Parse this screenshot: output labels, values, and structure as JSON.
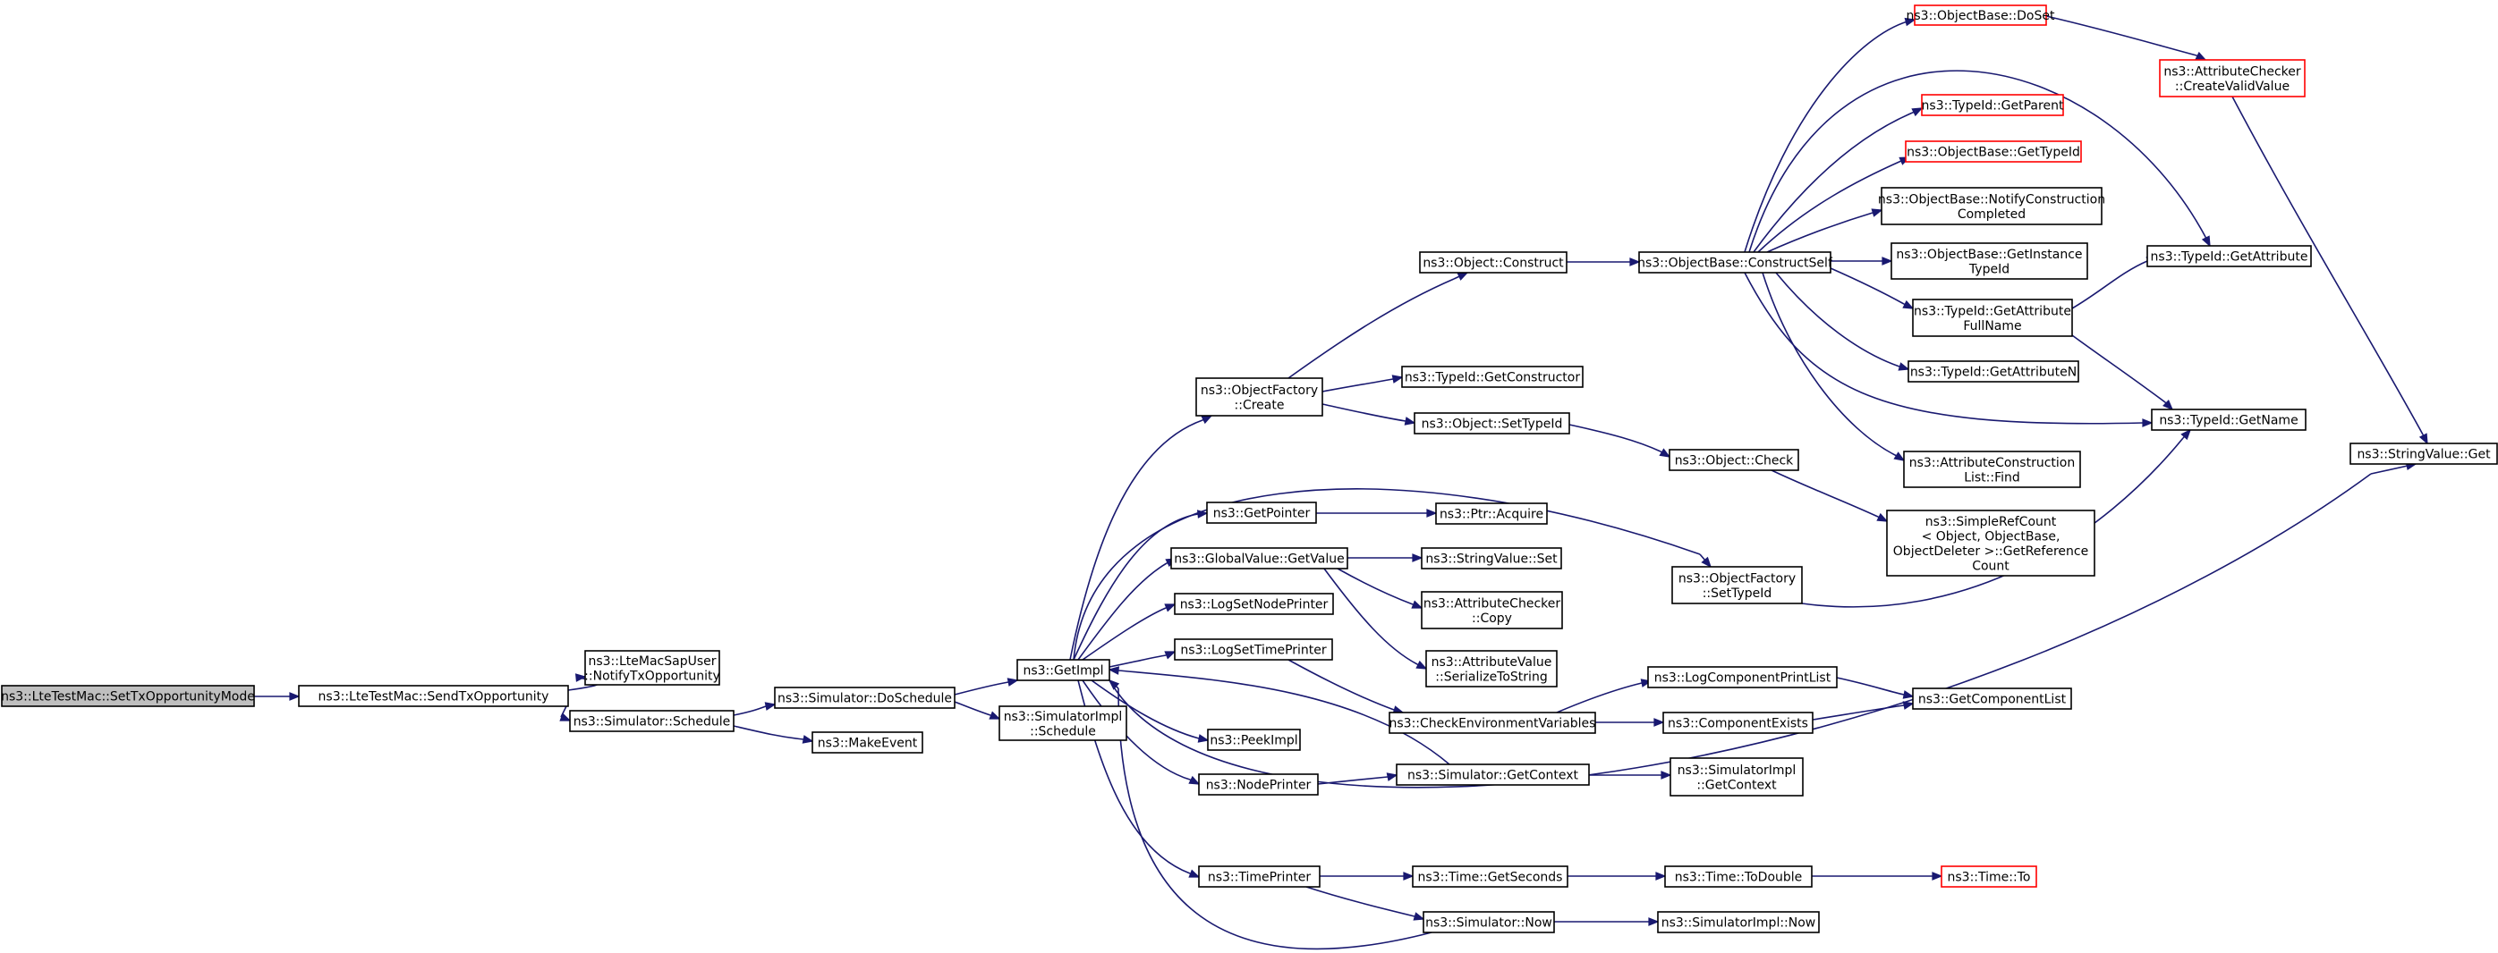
{
  "diagram": {
    "type": "call-graph",
    "colors": {
      "edge": "#191970",
      "box_normal": "#000000",
      "box_truncated": "#ff0000",
      "box_root_fill": "#bfbfbf",
      "background": "#ffffff"
    },
    "nodes": [
      {
        "id": "n0",
        "lines": [
          "ns3::LteTestMac::SetTxOpportunityMode"
        ],
        "style": "root"
      },
      {
        "id": "n1",
        "lines": [
          "ns3::LteTestMac::SendTxOpportunity"
        ],
        "style": "normal"
      },
      {
        "id": "n2",
        "lines": [
          "ns3::LteMacSapUser",
          "::NotifyTxOpportunity"
        ],
        "style": "normal"
      },
      {
        "id": "n3",
        "lines": [
          "ns3::Simulator::Schedule"
        ],
        "style": "normal"
      },
      {
        "id": "n4",
        "lines": [
          "ns3::Simulator::DoSchedule"
        ],
        "style": "normal"
      },
      {
        "id": "n5",
        "lines": [
          "ns3::MakeEvent"
        ],
        "style": "normal"
      },
      {
        "id": "n6",
        "lines": [
          "ns3::GetImpl"
        ],
        "style": "normal"
      },
      {
        "id": "n7",
        "lines": [
          "ns3::SimulatorImpl",
          "::Schedule"
        ],
        "style": "normal"
      },
      {
        "id": "n8",
        "lines": [
          "ns3::ObjectFactory",
          "::Create"
        ],
        "style": "normal"
      },
      {
        "id": "n9",
        "lines": [
          "ns3::GetPointer"
        ],
        "style": "normal"
      },
      {
        "id": "n10",
        "lines": [
          "ns3::GlobalValue::GetValue"
        ],
        "style": "normal"
      },
      {
        "id": "n11",
        "lines": [
          "ns3::LogSetNodePrinter"
        ],
        "style": "normal"
      },
      {
        "id": "n12",
        "lines": [
          "ns3::LogSetTimePrinter"
        ],
        "style": "normal"
      },
      {
        "id": "n13",
        "lines": [
          "ns3::PeekImpl"
        ],
        "style": "normal"
      },
      {
        "id": "n14",
        "lines": [
          "ns3::NodePrinter"
        ],
        "style": "normal"
      },
      {
        "id": "n15",
        "lines": [
          "ns3::TimePrinter"
        ],
        "style": "normal"
      },
      {
        "id": "n16",
        "lines": [
          "ns3::Object::Construct"
        ],
        "style": "normal"
      },
      {
        "id": "n17",
        "lines": [
          "ns3::TypeId::GetConstructor"
        ],
        "style": "normal"
      },
      {
        "id": "n18",
        "lines": [
          "ns3::Object::SetTypeId"
        ],
        "style": "normal"
      },
      {
        "id": "n19",
        "lines": [
          "ns3::Ptr::Acquire"
        ],
        "style": "normal"
      },
      {
        "id": "n20",
        "lines": [
          "ns3::StringValue::Set"
        ],
        "style": "normal"
      },
      {
        "id": "n21",
        "lines": [
          "ns3::AttributeChecker",
          "::Copy"
        ],
        "style": "normal"
      },
      {
        "id": "n22",
        "lines": [
          "ns3::AttributeValue",
          "::SerializeToString"
        ],
        "style": "normal"
      },
      {
        "id": "n23",
        "lines": [
          "ns3::CheckEnvironmentVariables"
        ],
        "style": "normal"
      },
      {
        "id": "n24",
        "lines": [
          "ns3::Simulator::GetContext"
        ],
        "style": "normal"
      },
      {
        "id": "n25",
        "lines": [
          "ns3::Time::GetSeconds"
        ],
        "style": "normal"
      },
      {
        "id": "n26",
        "lines": [
          "ns3::Simulator::Now"
        ],
        "style": "normal"
      },
      {
        "id": "n27",
        "lines": [
          "ns3::ObjectBase::ConstructSelf"
        ],
        "style": "normal"
      },
      {
        "id": "n28",
        "lines": [
          "ns3::Object::Check"
        ],
        "style": "normal"
      },
      {
        "id": "n29",
        "lines": [
          "ns3::ObjectFactory",
          "::SetTypeId"
        ],
        "style": "normal"
      },
      {
        "id": "n30",
        "lines": [
          "ns3::LogComponentPrintList"
        ],
        "style": "normal"
      },
      {
        "id": "n31",
        "lines": [
          "ns3::ComponentExists"
        ],
        "style": "normal"
      },
      {
        "id": "n32",
        "lines": [
          "ns3::SimulatorImpl",
          "::GetContext"
        ],
        "style": "normal"
      },
      {
        "id": "n33",
        "lines": [
          "ns3::Time::ToDouble"
        ],
        "style": "normal"
      },
      {
        "id": "n34",
        "lines": [
          "ns3::SimulatorImpl::Now"
        ],
        "style": "normal"
      },
      {
        "id": "n35",
        "lines": [
          "ns3::ObjectBase::DoSet"
        ],
        "style": "truncated"
      },
      {
        "id": "n36",
        "lines": [
          "ns3::TypeId::GetParent"
        ],
        "style": "truncated"
      },
      {
        "id": "n37",
        "lines": [
          "ns3::ObjectBase::GetTypeId"
        ],
        "style": "truncated"
      },
      {
        "id": "n38",
        "lines": [
          "ns3::ObjectBase::NotifyConstruction",
          "Completed"
        ],
        "style": "normal"
      },
      {
        "id": "n39",
        "lines": [
          "ns3::ObjectBase::GetInstance",
          "TypeId"
        ],
        "style": "normal"
      },
      {
        "id": "n40",
        "lines": [
          "ns3::TypeId::GetAttribute",
          "FullName"
        ],
        "style": "normal"
      },
      {
        "id": "n41",
        "lines": [
          "ns3::TypeId::GetAttributeN"
        ],
        "style": "normal"
      },
      {
        "id": "n42",
        "lines": [
          "ns3::AttributeConstruction",
          "List::Find"
        ],
        "style": "normal"
      },
      {
        "id": "n43",
        "lines": [
          "ns3::SimpleRefCount",
          "< Object, ObjectBase,",
          "ObjectDeleter >::GetReference",
          "Count"
        ],
        "style": "normal"
      },
      {
        "id": "n44",
        "lines": [
          "ns3::GetComponentList"
        ],
        "style": "normal"
      },
      {
        "id": "n45",
        "lines": [
          "ns3::Time::To"
        ],
        "style": "truncated"
      },
      {
        "id": "n46",
        "lines": [
          "ns3::AttributeChecker",
          "::CreateValidValue"
        ],
        "style": "truncated"
      },
      {
        "id": "n47",
        "lines": [
          "ns3::TypeId::GetAttribute"
        ],
        "style": "normal"
      },
      {
        "id": "n48",
        "lines": [
          "ns3::TypeId::GetName"
        ],
        "style": "normal"
      },
      {
        "id": "n49",
        "lines": [
          "ns3::StringValue::Get"
        ],
        "style": "normal"
      }
    ],
    "edges": [
      [
        "n0",
        "n1"
      ],
      [
        "n1",
        "n2"
      ],
      [
        "n1",
        "n3"
      ],
      [
        "n3",
        "n4"
      ],
      [
        "n3",
        "n5"
      ],
      [
        "n4",
        "n6"
      ],
      [
        "n4",
        "n7"
      ],
      [
        "n6",
        "n8"
      ],
      [
        "n6",
        "n9"
      ],
      [
        "n6",
        "n10"
      ],
      [
        "n6",
        "n11"
      ],
      [
        "n6",
        "n12"
      ],
      [
        "n6",
        "n13"
      ],
      [
        "n6",
        "n14"
      ],
      [
        "n6",
        "n15"
      ],
      [
        "n6",
        "n29"
      ],
      [
        "n6",
        "n49"
      ],
      [
        "n8",
        "n16"
      ],
      [
        "n8",
        "n17"
      ],
      [
        "n8",
        "n18"
      ],
      [
        "n9",
        "n19"
      ],
      [
        "n10",
        "n20"
      ],
      [
        "n10",
        "n21"
      ],
      [
        "n10",
        "n22"
      ],
      [
        "n12",
        "n23"
      ],
      [
        "n14",
        "n24"
      ],
      [
        "n15",
        "n25"
      ],
      [
        "n15",
        "n26"
      ],
      [
        "n16",
        "n27"
      ],
      [
        "n18",
        "n28"
      ],
      [
        "n28",
        "n43"
      ],
      [
        "n29",
        "n48"
      ],
      [
        "n23",
        "n30"
      ],
      [
        "n23",
        "n31"
      ],
      [
        "n24",
        "n32"
      ],
      [
        "n24",
        "n6"
      ],
      [
        "n26",
        "n6"
      ],
      [
        "n26",
        "n34"
      ],
      [
        "n25",
        "n33"
      ],
      [
        "n33",
        "n45"
      ],
      [
        "n30",
        "n44"
      ],
      [
        "n31",
        "n44"
      ],
      [
        "n27",
        "n35"
      ],
      [
        "n27",
        "n36"
      ],
      [
        "n27",
        "n37"
      ],
      [
        "n27",
        "n38"
      ],
      [
        "n27",
        "n39"
      ],
      [
        "n27",
        "n40"
      ],
      [
        "n27",
        "n41"
      ],
      [
        "n27",
        "n42"
      ],
      [
        "n27",
        "n47"
      ],
      [
        "n27",
        "n48"
      ],
      [
        "n35",
        "n46"
      ],
      [
        "n46",
        "n49"
      ],
      [
        "n40",
        "n47"
      ],
      [
        "n40",
        "n48"
      ]
    ]
  }
}
